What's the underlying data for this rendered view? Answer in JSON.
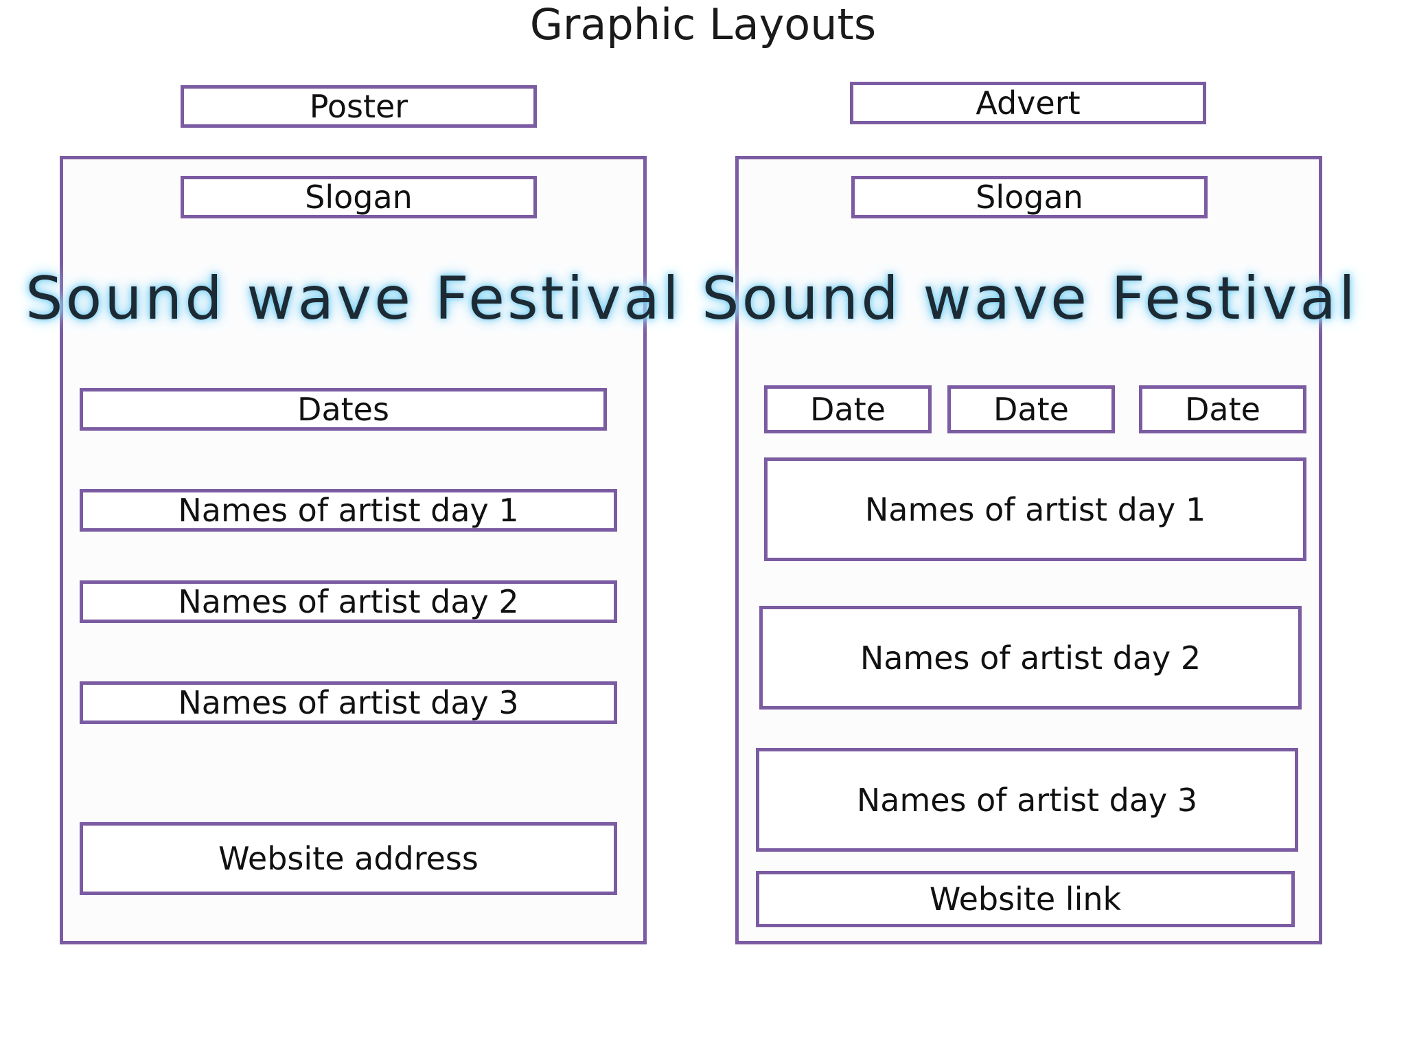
{
  "title": "Graphic Layouts",
  "colors": {
    "box_border": "#7b5ba1",
    "logo_glow": "#6ecbf0"
  },
  "poster": {
    "heading": "Poster",
    "slogan": "Slogan",
    "logo_text": "Sound wave Festival",
    "dates": "Dates",
    "artists": [
      "Names of artist day 1",
      "Names of artist day 2",
      "Names of artist day 3"
    ],
    "website": "Website address"
  },
  "advert": {
    "heading": "Advert",
    "slogan": "Slogan",
    "logo_text": "Sound wave Festival",
    "dates": [
      "Date",
      "Date",
      "Date"
    ],
    "artists": [
      "Names of artist day 1",
      "Names of artist day 2",
      "Names of artist day 3"
    ],
    "website": "Website link"
  }
}
